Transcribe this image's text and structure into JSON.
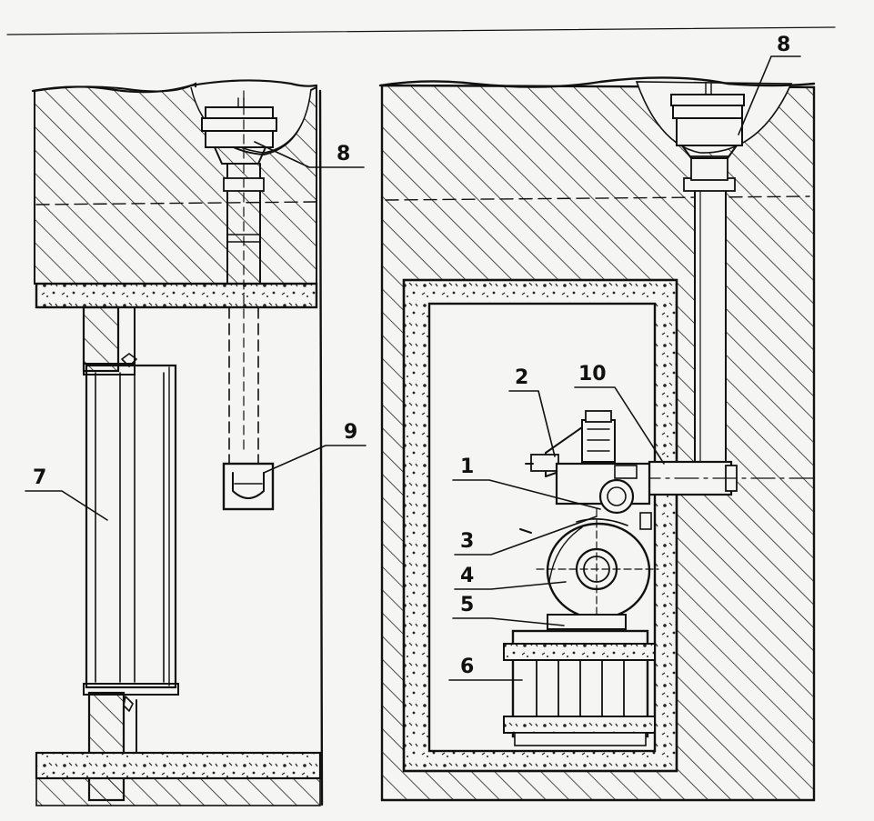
{
  "diagram": {
    "labels": {
      "l1": "1",
      "l2": "2",
      "l3": "3",
      "l4": "4",
      "l5": "5",
      "l6": "6",
      "l7": "7",
      "l8_left": "8",
      "l8_right": "8",
      "l9": "9",
      "l10": "10"
    }
  },
  "colors": {
    "ink": "#111111",
    "paper": "#f5f5f3"
  }
}
